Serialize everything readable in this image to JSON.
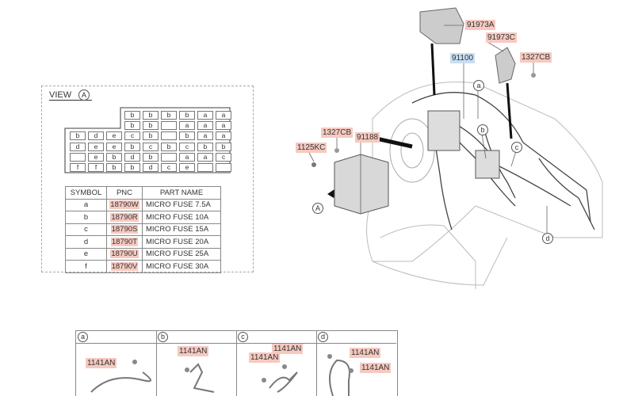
{
  "view": {
    "title": "VIEW",
    "marker": "A"
  },
  "fuse_grid": {
    "rows": [
      [
        "",
        "",
        "",
        "b",
        "b",
        "b",
        "b",
        "a",
        "a"
      ],
      [
        "",
        "",
        "",
        "b",
        "b",
        "",
        "a",
        "a",
        "a"
      ],
      [
        "b",
        "d",
        "e",
        "c",
        "b",
        "",
        "b",
        "a",
        "a"
      ],
      [
        "d",
        "e",
        "e",
        "b",
        "c",
        "b",
        "c",
        "b",
        "b"
      ],
      [
        "",
        "e",
        "b",
        "d",
        "b",
        "",
        "a",
        "a",
        "c"
      ],
      [
        "f",
        "f",
        "b",
        "b",
        "d",
        "c",
        "e",
        "",
        ""
      ]
    ]
  },
  "fuse_table": {
    "headers": [
      "SYMBOL",
      "PNC",
      "PART NAME"
    ],
    "rows": [
      {
        "symbol": "a",
        "pnc": "18790W",
        "name": "MICRO FUSE 7.5A"
      },
      {
        "symbol": "b",
        "pnc": "18790R",
        "name": "MICRO FUSE 10A"
      },
      {
        "symbol": "c",
        "pnc": "18790S",
        "name": "MICRO FUSE 15A"
      },
      {
        "symbol": "d",
        "pnc": "18790T",
        "name": "MICRO FUSE 20A"
      },
      {
        "symbol": "e",
        "pnc": "18790U",
        "name": "MICRO FUSE 25A"
      },
      {
        "symbol": "f",
        "pnc": "18790V",
        "name": "MICRO FUSE 30A"
      }
    ]
  },
  "callouts": {
    "p91973A": "91973A",
    "p91973C": "91973C",
    "p1327CB_top": "1327CB",
    "p91100": "91100",
    "p1327CB_left": "1327CB",
    "p91188": "91188",
    "p1125KC": "1125KC",
    "marker_a": "a",
    "marker_b": "b",
    "marker_c": "c",
    "marker_d": "d",
    "view_marker": "A"
  },
  "details": [
    {
      "marker": "a",
      "labels": [
        "1141AN"
      ]
    },
    {
      "marker": "b",
      "labels": [
        "1141AN"
      ]
    },
    {
      "marker": "c",
      "labels": [
        "1141AN",
        "1141AN"
      ]
    },
    {
      "marker": "d",
      "labels": [
        "1141AN",
        "1141AN"
      ]
    }
  ],
  "colors": {
    "part_highlight": "#f6c9c0",
    "main_highlight": "#c9def3"
  }
}
